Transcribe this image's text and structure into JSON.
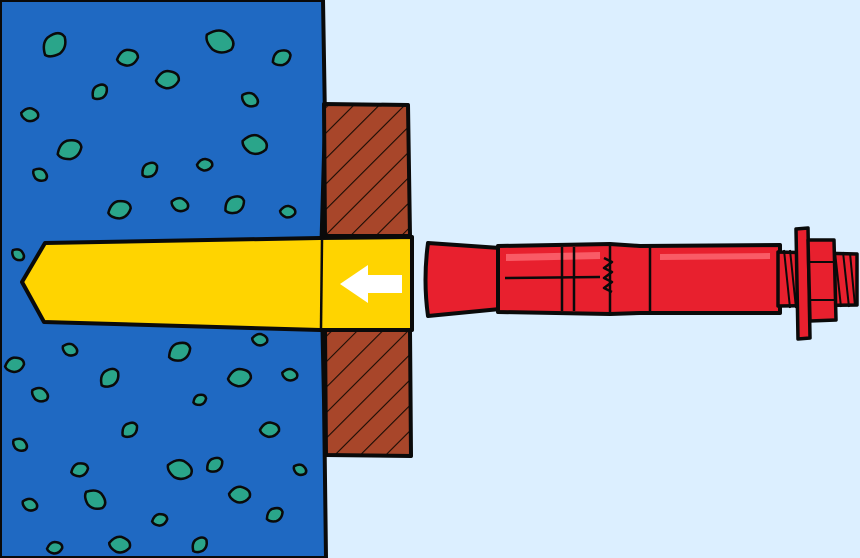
{
  "colors": {
    "air": "#dcefff",
    "concrete": "#1f69c2",
    "aggregate": "#2aa58a",
    "fixture": "#a8462a",
    "drill_hole": "#ffd400",
    "anchor": "#e8202e",
    "anchor_highlight": "#ff6f7a",
    "outline": "#0a0a0a",
    "arrow": "#ffffff"
  },
  "elements": {
    "concrete": "concrete-wall",
    "fixture": "fixture-plate",
    "hole": "drill-hole",
    "arrow": "insert-direction-arrow",
    "anchor": "expansion-anchor-bolt"
  },
  "arrow_direction": "left"
}
